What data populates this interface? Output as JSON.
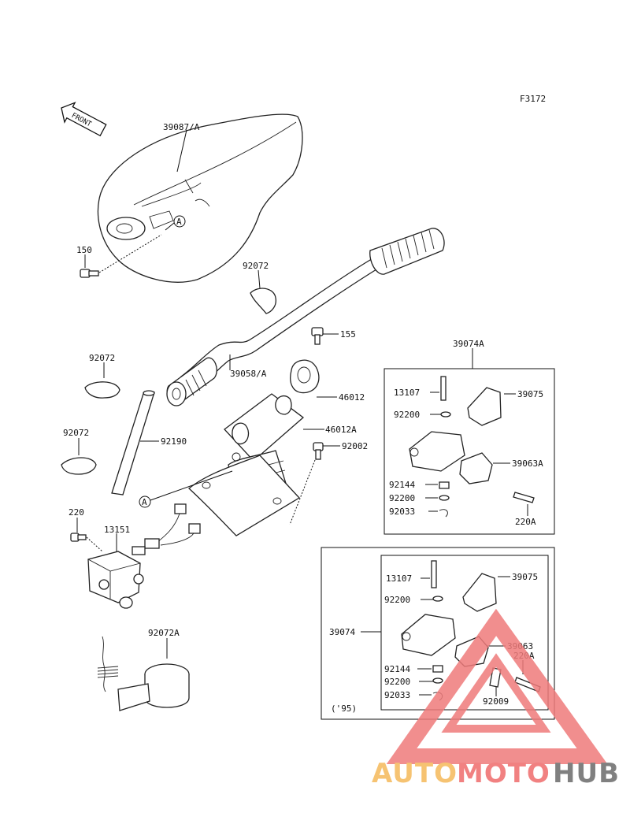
{
  "diagram": {
    "figure_code": "F3172",
    "front_marker": "FRONT",
    "labels": {
      "cover": "39087/A",
      "bolt_150": "150",
      "ref_a_top": "A",
      "ref_a_bottom": "A",
      "band_92072_top": "92072",
      "handlebar": "39058/A",
      "bolt_155": "155",
      "clamp_46012": "46012",
      "clamp_46012a": "46012A",
      "bolt_92002": "92002",
      "band_92072_left1": "92072",
      "band_92072_left2": "92072",
      "pipe_92190": "92190",
      "bolt_220": "220",
      "switch_13151": "13151",
      "band_92072a": "92072A"
    },
    "assembly_top": {
      "title": "39074A",
      "labels": [
        "13107",
        "92200",
        "92144",
        "92200",
        "92033",
        "39075",
        "39063A",
        "220A"
      ]
    },
    "assembly_bottom": {
      "title": "39074",
      "note": "('95)",
      "labels": [
        "13107",
        "92200",
        "92144",
        "92200",
        "92033",
        "39075",
        "39063",
        "220A",
        "92009"
      ]
    }
  },
  "watermark": {
    "text_auto": "AUTO",
    "text_moto": "MOTO",
    "text_hub": "HUB",
    "color_auto": "#f5b95a",
    "color_moto": "#ef6c6c",
    "color_hub": "#6b6b6b"
  }
}
